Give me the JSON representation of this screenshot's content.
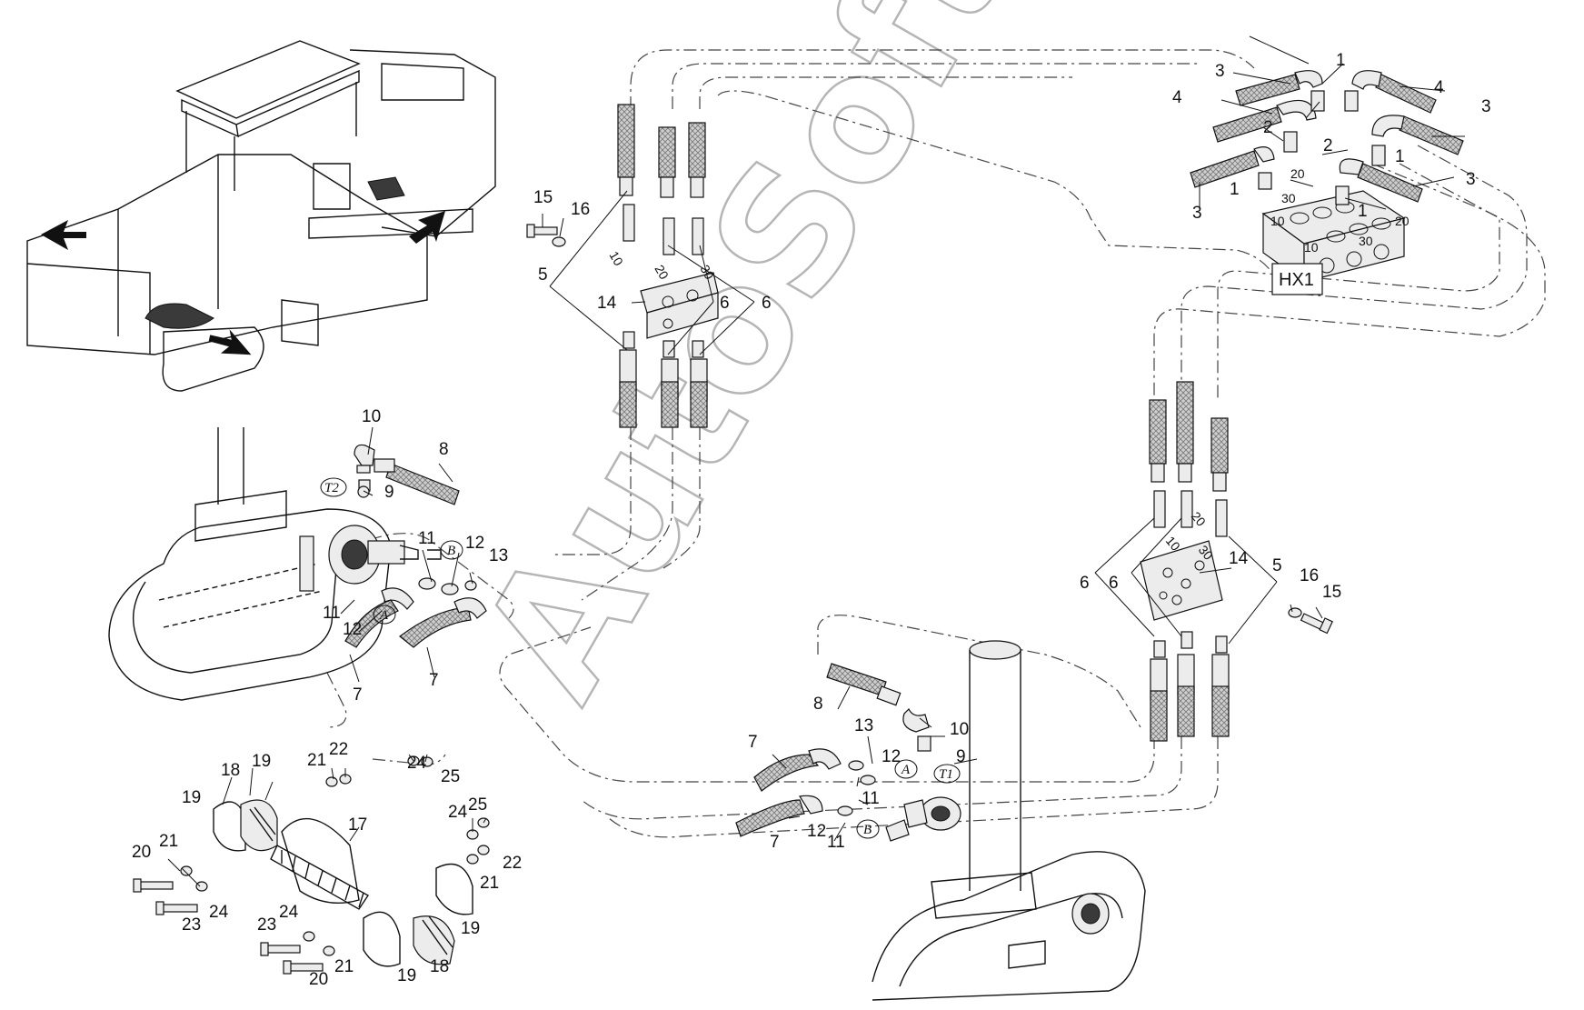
{
  "watermark": "AutoSoft",
  "hx_label": "HX1",
  "port_labels": [
    "10",
    "20",
    "30",
    "10",
    "20",
    "30",
    "10",
    "20",
    "30",
    "10",
    "20",
    "30"
  ],
  "circle_letters": [
    "T2",
    "B",
    "A",
    "A",
    "T1",
    "B"
  ],
  "callouts": {
    "c01": "1",
    "c02": "1",
    "c03": "1",
    "c04": "1",
    "c05": "2",
    "c06": "2",
    "c07": "3",
    "c08": "3",
    "c09": "3",
    "c10": "3",
    "c11": "4",
    "c12": "4",
    "c13": "15",
    "c14": "16",
    "c15": "5",
    "c16": "14",
    "c17": "6",
    "c18": "6",
    "c19": "6",
    "c20": "6",
    "c21": "14",
    "c22": "5",
    "c23": "16",
    "c24": "15",
    "c25": "10",
    "c26": "8",
    "c27": "9",
    "c28": "11",
    "c29": "12",
    "c30": "13",
    "c31": "11",
    "c32": "12",
    "c33": "7",
    "c34": "7",
    "c35": "8",
    "c36": "13",
    "c37": "10",
    "c38": "7",
    "c39": "12",
    "c40": "9",
    "c41": "11",
    "c42": "7",
    "c43": "12",
    "c44": "11",
    "c45": "19",
    "c46": "18",
    "c47": "21",
    "c48": "22",
    "c49": "24",
    "c50": "25",
    "c51": "19",
    "c52": "17",
    "c53": "24",
    "c54": "25",
    "c55": "20",
    "c56": "21",
    "c57": "23",
    "c58": "24",
    "c59": "22",
    "c60": "21",
    "c61": "23",
    "c62": "24",
    "c63": "20",
    "c64": "21",
    "c65": "19",
    "c66": "18",
    "c67": "19"
  }
}
